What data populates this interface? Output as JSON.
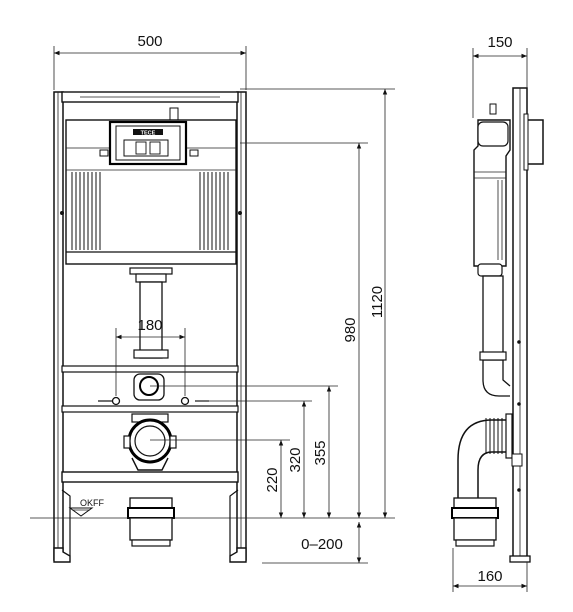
{
  "dimensions": {
    "front_width": "500",
    "side_depth": "150",
    "flush_pipe_spacing": "180",
    "height_total": "1120",
    "height_cistern": "980",
    "height_355": "355",
    "height_320": "320",
    "height_220": "220",
    "floor_adjust": "0–200",
    "base_depth": "160"
  },
  "labels": {
    "floor_level": "OKFF",
    "brand": "TECE"
  }
}
